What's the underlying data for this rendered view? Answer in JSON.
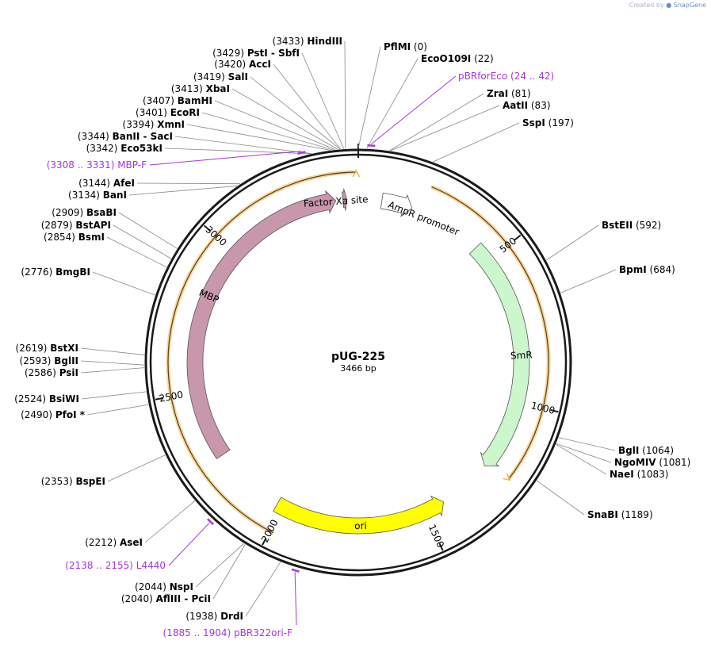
{
  "watermark": {
    "created_by": "Created by",
    "brand": "SnapGene"
  },
  "plasmid": {
    "name": "pUG-225",
    "length_label": "3466 bp",
    "length": 3466
  },
  "ticks": [
    {
      "pos": 500,
      "label": "500"
    },
    {
      "pos": 1000,
      "label": "1000"
    },
    {
      "pos": 1500,
      "label": "1500"
    },
    {
      "pos": 2000,
      "label": "2000"
    },
    {
      "pos": 2500,
      "label": "2500"
    },
    {
      "pos": 3000,
      "label": "3000"
    }
  ],
  "features": [
    {
      "name": "MBP",
      "label": "MBP",
      "start": 2270,
      "end": 3390,
      "dir": 1,
      "color": "#c997ac",
      "r": 206
    },
    {
      "name": "Factor Xa site",
      "label": "Factor Xa site",
      "start": 3414,
      "end": 3428,
      "dir": 1,
      "color": "#c997ac",
      "r": 206
    },
    {
      "name": "AmprR promoter",
      "label": "AmpR promoter",
      "start": 80,
      "end": 185,
      "dir": 1,
      "color": "#ffffff",
      "r": 206
    },
    {
      "name": "SmR",
      "label": "SmR",
      "start": 440,
      "end": 1245,
      "dir": 1,
      "color": "#ccf6cc",
      "r": 206
    },
    {
      "name": "ori",
      "label": "ori",
      "start": 1430,
      "end": 2020,
      "dir": -1,
      "color": "#ffff00",
      "r": 206
    }
  ],
  "orf_arcs": [
    {
      "start": 1988,
      "end": 3460,
      "dir": 1
    },
    {
      "start": 218,
      "end": 1230,
      "dir": 1
    }
  ],
  "sites": [
    {
      "name": "HindIII",
      "pos_label": "(3433)",
      "pos": 3433,
      "side": "L"
    },
    {
      "name": "PstI  -  SbfI",
      "pos_label": "(3429)",
      "pos": 3429,
      "side": "L"
    },
    {
      "name": "AccI",
      "pos_label": "(3420)",
      "pos": 3420,
      "side": "L"
    },
    {
      "name": "SalI",
      "pos_label": "(3419)",
      "pos": 3419,
      "side": "L"
    },
    {
      "name": "XbaI",
      "pos_label": "(3413)",
      "pos": 3413,
      "side": "L"
    },
    {
      "name": "BamHI",
      "pos_label": "(3407)",
      "pos": 3407,
      "side": "L"
    },
    {
      "name": "EcoRI",
      "pos_label": "(3401)",
      "pos": 3401,
      "side": "L"
    },
    {
      "name": "XmnI",
      "pos_label": "(3394)",
      "pos": 3394,
      "side": "L"
    },
    {
      "name": "BanII  -  SacI",
      "pos_label": "(3344)",
      "pos": 3344,
      "side": "L"
    },
    {
      "name": "Eco53kI",
      "pos_label": "(3342)",
      "pos": 3342,
      "side": "L"
    },
    {
      "name": "AfeI",
      "pos_label": "(3144)",
      "pos": 3144,
      "side": "L"
    },
    {
      "name": "BanI",
      "pos_label": "(3134)",
      "pos": 3134,
      "side": "L"
    },
    {
      "name": "BsaBI",
      "pos_label": "(2909)",
      "pos": 2909,
      "side": "L"
    },
    {
      "name": "BstAPI",
      "pos_label": "(2879)",
      "pos": 2879,
      "side": "L"
    },
    {
      "name": "BsmI",
      "pos_label": "(2854)",
      "pos": 2854,
      "side": "L"
    },
    {
      "name": "BmgBI",
      "pos_label": "(2776)",
      "pos": 2776,
      "side": "L"
    },
    {
      "name": "BstXI",
      "pos_label": "(2619)",
      "pos": 2619,
      "side": "L"
    },
    {
      "name": "BglII",
      "pos_label": "(2593)",
      "pos": 2593,
      "side": "L"
    },
    {
      "name": "PsiI",
      "pos_label": "(2586)",
      "pos": 2586,
      "side": "L"
    },
    {
      "name": "BsiWI",
      "pos_label": "(2524)",
      "pos": 2524,
      "side": "L"
    },
    {
      "name": "PfoI *",
      "pos_label": "(2490)",
      "pos": 2490,
      "side": "L"
    },
    {
      "name": "BspEI",
      "pos_label": "(2353)",
      "pos": 2353,
      "side": "L"
    },
    {
      "name": "AseI",
      "pos_label": "(2212)",
      "pos": 2212,
      "side": "L"
    },
    {
      "name": "NspI",
      "pos_label": "(2044)",
      "pos": 2044,
      "side": "L"
    },
    {
      "name": "AflIII  -  PciI",
      "pos_label": "(2040)",
      "pos": 2040,
      "side": "L"
    },
    {
      "name": "DrdI",
      "pos_label": "(1938)",
      "pos": 1938,
      "side": "L"
    },
    {
      "name": "PflMI",
      "pos_label": "(0)",
      "pos": 0,
      "side": "R"
    },
    {
      "name": "EcoO109I",
      "pos_label": "(22)",
      "pos": 22,
      "side": "R"
    },
    {
      "name": "ZraI",
      "pos_label": "(81)",
      "pos": 81,
      "side": "R"
    },
    {
      "name": "AatII",
      "pos_label": "(83)",
      "pos": 83,
      "side": "R"
    },
    {
      "name": "SspI",
      "pos_label": "(197)",
      "pos": 197,
      "side": "R"
    },
    {
      "name": "BstEII",
      "pos_label": "(592)",
      "pos": 592,
      "side": "R"
    },
    {
      "name": "BpmI",
      "pos_label": "(684)",
      "pos": 684,
      "side": "R"
    },
    {
      "name": "BglI",
      "pos_label": "(1064)",
      "pos": 1064,
      "side": "R"
    },
    {
      "name": "NgoMIV",
      "pos_label": "(1081)",
      "pos": 1081,
      "side": "R"
    },
    {
      "name": "NaeI",
      "pos_label": "(1083)",
      "pos": 1083,
      "side": "R"
    },
    {
      "name": "SnaBI",
      "pos_label": "(1189)",
      "pos": 1189,
      "side": "R"
    }
  ],
  "primers": [
    {
      "name": "MBP-F",
      "range_label": "(3308 .. 3331)",
      "pos": 3320,
      "side": "L"
    },
    {
      "name": "pBRforEco",
      "range_label": "(24 .. 42)",
      "pos": 33,
      "side": "R"
    },
    {
      "name": "L4440",
      "range_label": "(2138 .. 2155)",
      "pos": 2146,
      "side": "L"
    },
    {
      "name": "pBR322ori-F",
      "range_label": "(1885 .. 1904)",
      "pos": 1895,
      "side": "L"
    }
  ],
  "colors": {
    "backbone": "#1a1a1a",
    "primer": "#a535e0",
    "orf": "#f0b24a",
    "leader": "#888888"
  }
}
